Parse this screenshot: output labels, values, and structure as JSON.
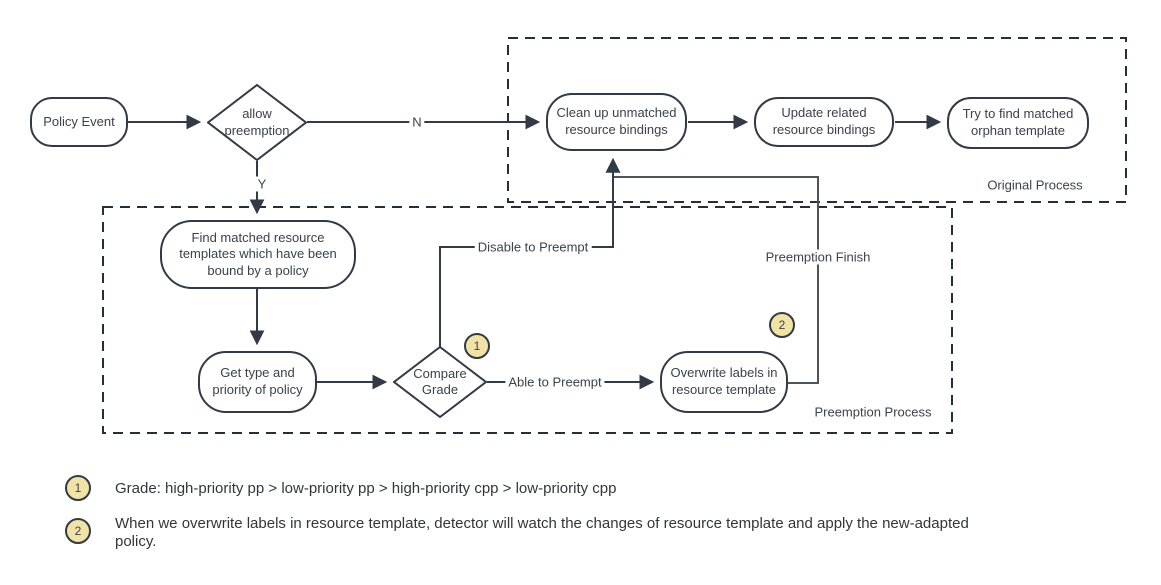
{
  "diagram": {
    "nodes": {
      "policy_event": "Policy Event",
      "allow_preemption": "allow preemption",
      "clean_up": "Clean up unmatched resource bindings",
      "update_related": "Update related resource bindings",
      "try_find": "Try to find matched orphan template",
      "find_matched": "Find matched resource templates which have been bound by a policy",
      "get_type": "Get type and priority of policy",
      "compare_grade": "Compare Grade",
      "overwrite_labels": "Overwrite labels in resource template"
    },
    "edges": {
      "no": "N",
      "yes": "Y",
      "disable_to_preempt": "Disable to Preempt",
      "able_to_preempt": "Able to Preempt",
      "preemption_finish": "Preemption Finish"
    },
    "groups": {
      "original_process": "Original Process",
      "preemption_process": "Preemption Process"
    },
    "badges": {
      "grade_note": "1",
      "overwrite_note": "2"
    },
    "notes": [
      {
        "badge": "1",
        "text": "Grade: high-priority pp > low-priority pp > high-priority cpp > low-priority cpp"
      },
      {
        "badge": "2",
        "text": "When we overwrite labels in resource template, detector will watch the changes of resource template and apply the new-adapted policy."
      }
    ],
    "colors": {
      "stroke": "#323a45",
      "badge_fill": "#f0e3a5",
      "background": "#ffffff"
    }
  }
}
